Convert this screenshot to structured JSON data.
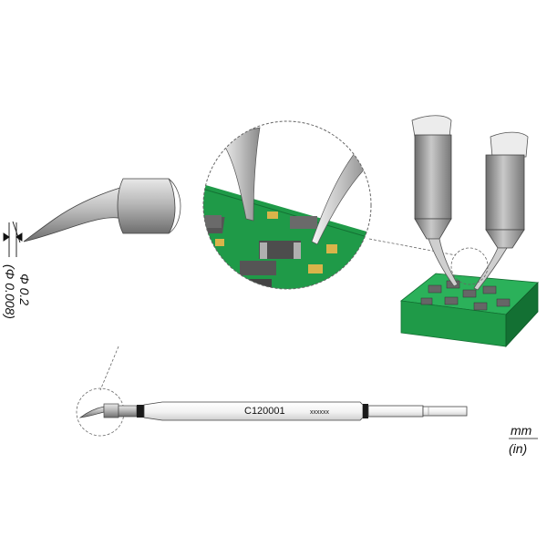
{
  "dimension": {
    "metric": "Φ 0.2",
    "imperial": "(Φ 0.008)"
  },
  "units": {
    "metric": "mm",
    "imperial": "(in)"
  },
  "cartridge": {
    "part_number": "C120001",
    "serial_placeholder": "xxxxxx"
  },
  "colors": {
    "pcb_green": "#1f9a48",
    "pcb_dark": "#137033",
    "metal": "#a9a9a9",
    "pad_gold": "#d9b44a"
  }
}
